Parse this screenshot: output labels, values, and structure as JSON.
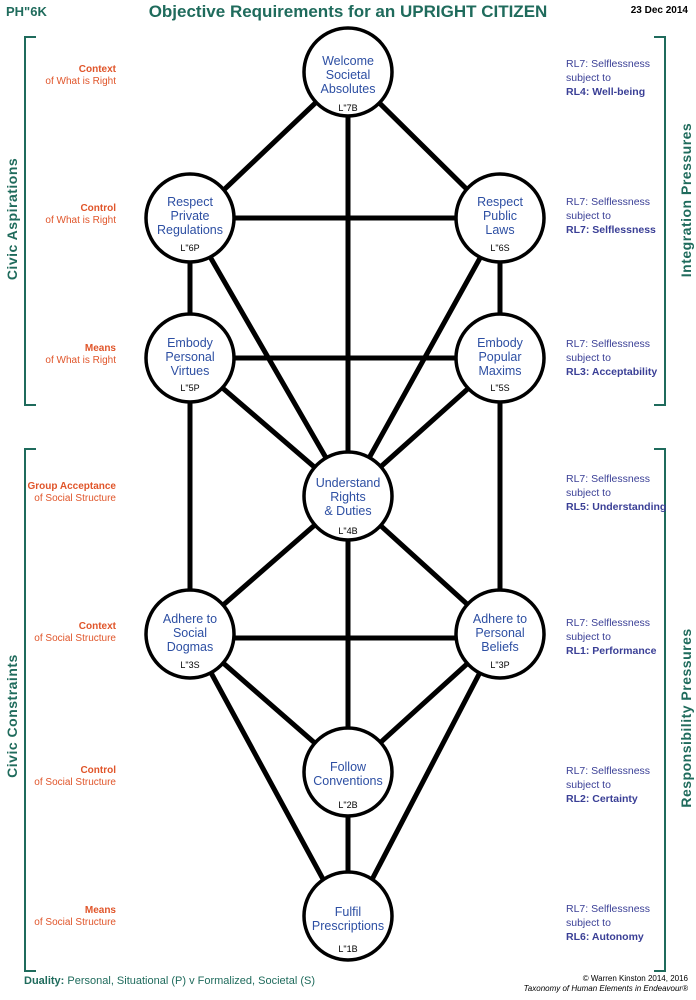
{
  "header": {
    "code": "PH\"6K",
    "title": "Objective Requirements for an UPRIGHT CITIZEN",
    "date": "23 Dec 2014"
  },
  "left_brackets": {
    "top": "Civic  Aspirations",
    "bottom": "Civic  Constraints"
  },
  "right_brackets": {
    "top": "Integration Pressures",
    "bottom": "Responsibility  Pressures"
  },
  "left_labels": [
    {
      "key": "Context",
      "sub": "of What is Right"
    },
    {
      "key": "Control",
      "sub": "of What is Right"
    },
    {
      "key": "Means",
      "sub": "of What is Right"
    },
    {
      "key": "Group Acceptance",
      "sub": "of Social Structure"
    },
    {
      "key": "Context",
      "sub": "of Social Structure"
    },
    {
      "key": "Control",
      "sub": "of Social Structure"
    },
    {
      "key": "Means",
      "sub": "of Social Structure"
    }
  ],
  "right_labels": [
    {
      "line1": "RL7: Selflessness",
      "line2": "subject to",
      "bold": "RL4: Well-being"
    },
    {
      "line1": "RL7:  Selflessness",
      "line2": "subject to",
      "bold": "RL7: Selflessness"
    },
    {
      "line1": "RL7: Selflessness",
      "line2": "subject to",
      "bold": "RL3: Acceptability"
    },
    {
      "line1": "RL7: Selflessness",
      "line2": "subject to",
      "bold": "RL5: Understanding"
    },
    {
      "line1": "RL7: Selflessness",
      "line2": "subject to",
      "bold": "RL1: Performance"
    },
    {
      "line1": "RL7: Selflessness",
      "line2": "subject to",
      "bold": "RL2: Certainty"
    },
    {
      "line1": "RL7: Selflessness",
      "line2": "subject to",
      "bold": "RL6: Autonomy"
    }
  ],
  "nodes": {
    "n7b": {
      "l1": "Welcome",
      "l2": "Societal",
      "l3": "Absolutes",
      "code": "L\"7B"
    },
    "n6p": {
      "l1": "Respect",
      "l2": "Private",
      "l3": "Regulations",
      "code": "L\"6P"
    },
    "n6s": {
      "l1": "Respect",
      "l2": "Public",
      "l3": "Laws",
      "code": "L\"6S"
    },
    "n5p": {
      "l1": "Embody",
      "l2": "Personal",
      "l3": "Virtues",
      "code": "L\"5P"
    },
    "n5s": {
      "l1": "Embody",
      "l2": "Popular",
      "l3": "Maxims",
      "code": "L\"5S"
    },
    "n4b": {
      "l1": "Understand",
      "l2": "Rights",
      "l3": "& Duties",
      "code": "L\"4B"
    },
    "n3s": {
      "l1": "Adhere to",
      "l2": "Social",
      "l3": "Dogmas",
      "code": "L\"3S"
    },
    "n3p": {
      "l1": "Adhere to",
      "l2": "Personal",
      "l3": "Beliefs",
      "code": "L\"3P"
    },
    "n2b": {
      "l1": "Follow",
      "l2": "Conventions",
      "code": "L\"2B"
    },
    "n1b": {
      "l1": "Fulfil",
      "l2": "Prescriptions",
      "code": "L\"1B"
    }
  },
  "footer": {
    "duality_label": "Duality:",
    "duality_text": "Personal, Situational (P)  v  Formalized, Societal (S)",
    "copyright": "© Warren Kinston 2014, 2016",
    "taxonomy": "Taxonomy of Human Elements in Endeavour®"
  }
}
